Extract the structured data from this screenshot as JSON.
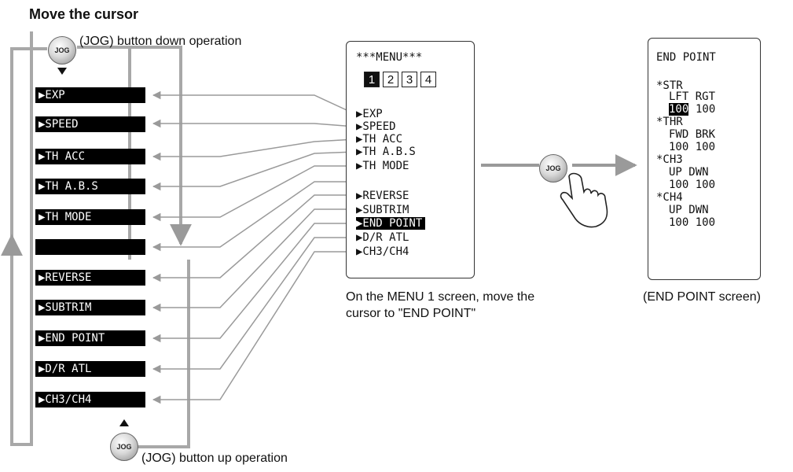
{
  "title": "Move the cursor",
  "jog_label": "JOG",
  "jog_down_caption": "(JOG) button down operation",
  "jog_up_caption": "(JOG) button up operation",
  "cursor_items": [
    "▶EXP",
    "▶SPEED",
    "▶TH ACC",
    "▶TH A.B.S",
    "▶TH MODE",
    "",
    "▶REVERSE",
    "▶SUBTRIM",
    "▶END POINT",
    "▶D/R ATL",
    "▶CH3/CH4"
  ],
  "menu_screen": {
    "header": "***MENU***",
    "tabs": [
      "1",
      "2",
      "3",
      "4"
    ],
    "active_tab": "1",
    "group1": [
      "▶EXP",
      "▶SPEED",
      "▶TH ACC",
      "▶TH A.B.S",
      "▶TH MODE"
    ],
    "group2": [
      "▶REVERSE",
      "▶SUBTRIM",
      "▶END POINT",
      "▶D/R ATL",
      "▶CH3/CH4"
    ],
    "selected": "▶END POINT",
    "caption_line1": "On the MENU 1 screen, move the",
    "caption_line2": "cursor to \"END POINT\""
  },
  "endpoint_screen": {
    "header": "END POINT",
    "str_label": "*STR",
    "str_heads": "LFT RGT",
    "str_lft": "100",
    "str_rgt": "100",
    "thr_label": "*THR",
    "thr_heads": "FWD BRK",
    "thr_vals": "100 100",
    "ch3_label": "*CH3",
    "ch3_heads": "UP  DWN",
    "ch3_vals": "100 100",
    "ch4_label": "*CH4",
    "ch4_heads": "UP  DWN",
    "ch4_vals": "100 100",
    "caption": "(END POINT screen)"
  },
  "colors": {
    "arrow": "#9a9a9a",
    "frame": "#a8a8a8",
    "lcd_ink": "#111111"
  }
}
